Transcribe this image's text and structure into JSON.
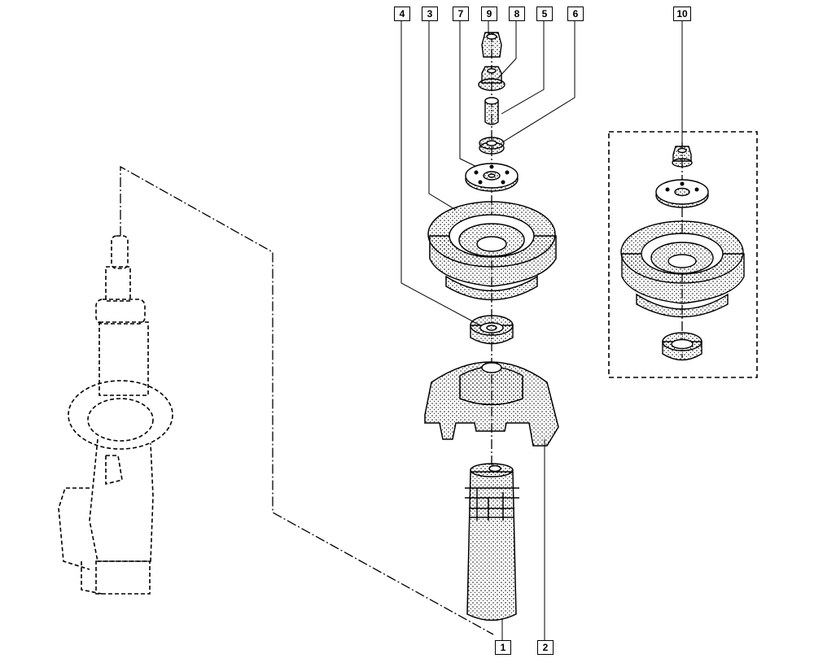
{
  "callouts": {
    "c1": "1",
    "c2": "2",
    "c3": "3",
    "c4": "4",
    "c5": "5",
    "c6": "6",
    "c7": "7",
    "c8": "8",
    "c9": "9",
    "c10": "10"
  },
  "colors": {
    "line": "#000000",
    "background": "#ffffff",
    "stipple": "#000000"
  }
}
